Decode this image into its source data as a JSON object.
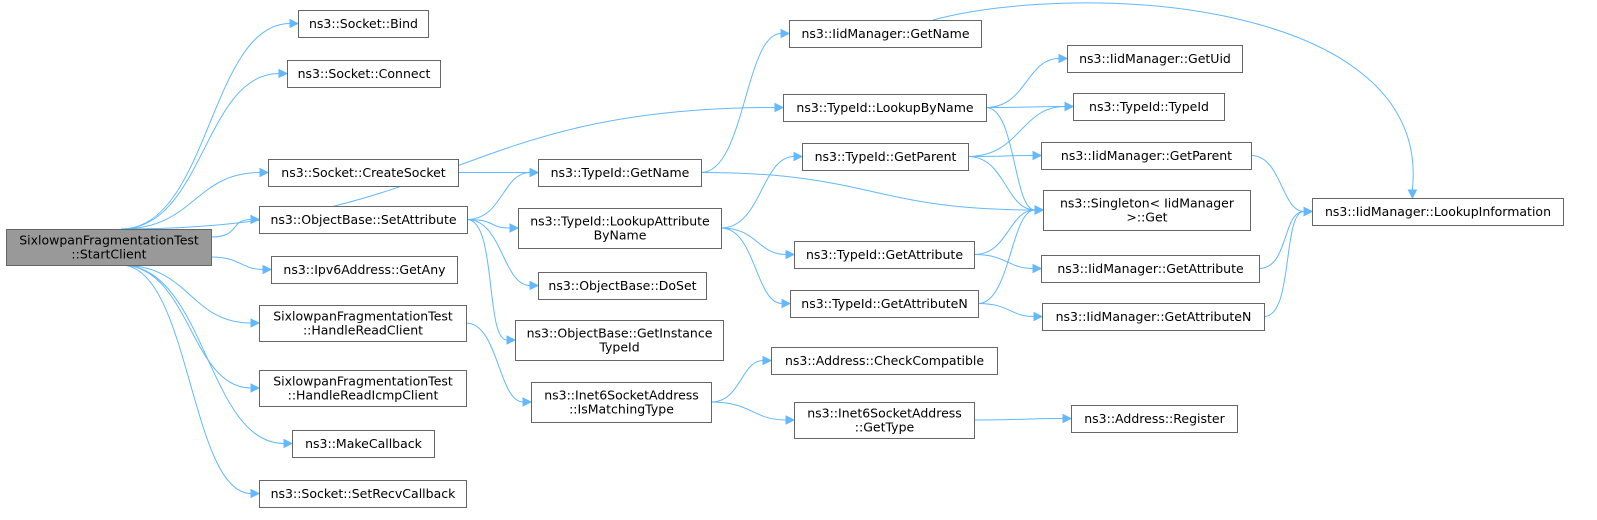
{
  "diagram": {
    "type": "call-graph",
    "colors": {
      "edge": "#63b8ff",
      "node_border": "#666666",
      "root_fill": "#999999",
      "node_fill": "#ffffff"
    },
    "nodes": [
      {
        "id": "root",
        "lines": [
          "SixlowpanFragmentationTest",
          "::StartClient"
        ],
        "root": true
      },
      {
        "id": "sockBind",
        "lines": [
          "ns3::Socket::Bind"
        ]
      },
      {
        "id": "sockConnect",
        "lines": [
          "ns3::Socket::Connect"
        ]
      },
      {
        "id": "sockCreate",
        "lines": [
          "ns3::Socket::CreateSocket"
        ]
      },
      {
        "id": "objSetAttr",
        "lines": [
          "ns3::ObjectBase::SetAttribute"
        ]
      },
      {
        "id": "ipv6Any",
        "lines": [
          "ns3::Ipv6Address::GetAny"
        ]
      },
      {
        "id": "handleRead",
        "lines": [
          "SixlowpanFragmentationTest",
          "::HandleReadClient"
        ]
      },
      {
        "id": "handleIcmp",
        "lines": [
          "SixlowpanFragmentationTest",
          "::HandleReadIcmpClient"
        ]
      },
      {
        "id": "makeCb",
        "lines": [
          "ns3::MakeCallback"
        ]
      },
      {
        "id": "setRecv",
        "lines": [
          "ns3::Socket::SetRecvCallback"
        ]
      },
      {
        "id": "tidGetName",
        "lines": [
          "ns3::TypeId::GetName"
        ]
      },
      {
        "id": "tidLookupAttr",
        "lines": [
          "ns3::TypeId::LookupAttribute",
          "ByName"
        ]
      },
      {
        "id": "objDoSet",
        "lines": [
          "ns3::ObjectBase::DoSet"
        ]
      },
      {
        "id": "objInstTid",
        "lines": [
          "ns3::ObjectBase::GetInstance",
          "TypeId"
        ]
      },
      {
        "id": "inetMatch",
        "lines": [
          "ns3::Inet6SocketAddress",
          "::IsMatchingType"
        ]
      },
      {
        "id": "iidGetName",
        "lines": [
          "ns3::IidManager::GetName"
        ]
      },
      {
        "id": "tidLookupName",
        "lines": [
          "ns3::TypeId::LookupByName"
        ]
      },
      {
        "id": "tidGetParent",
        "lines": [
          "ns3::TypeId::GetParent"
        ]
      },
      {
        "id": "tidGetAttr",
        "lines": [
          "ns3::TypeId::GetAttribute"
        ]
      },
      {
        "id": "tidGetAttrN",
        "lines": [
          "ns3::TypeId::GetAttributeN"
        ]
      },
      {
        "id": "addrCheck",
        "lines": [
          "ns3::Address::CheckCompatible"
        ]
      },
      {
        "id": "inetGetType",
        "lines": [
          "ns3::Inet6SocketAddress",
          "::GetType"
        ]
      },
      {
        "id": "iidGetUid",
        "lines": [
          "ns3::IidManager::GetUid"
        ]
      },
      {
        "id": "tidTypeId",
        "lines": [
          "ns3::TypeId::TypeId"
        ]
      },
      {
        "id": "iidGetParent",
        "lines": [
          "ns3::IidManager::GetParent"
        ]
      },
      {
        "id": "singletonGet",
        "lines": [
          "ns3::Singleton< IidManager",
          " >::Get"
        ]
      },
      {
        "id": "iidGetAttr",
        "lines": [
          "ns3::IidManager::GetAttribute"
        ]
      },
      {
        "id": "iidGetAttrN",
        "lines": [
          "ns3::IidManager::GetAttributeN"
        ]
      },
      {
        "id": "addrRegister",
        "lines": [
          "ns3::Address::Register"
        ]
      },
      {
        "id": "iidLookupInfo",
        "lines": [
          "ns3::IidManager::LookupInformation"
        ]
      }
    ],
    "edges": [
      [
        "root",
        "sockBind"
      ],
      [
        "root",
        "sockConnect"
      ],
      [
        "root",
        "tidLookupName"
      ],
      [
        "root",
        "sockCreate"
      ],
      [
        "root",
        "objSetAttr"
      ],
      [
        "root",
        "ipv6Any"
      ],
      [
        "root",
        "handleRead"
      ],
      [
        "root",
        "handleIcmp"
      ],
      [
        "root",
        "makeCb"
      ],
      [
        "root",
        "setRecv"
      ],
      [
        "sockCreate",
        "tidGetName"
      ],
      [
        "objSetAttr",
        "tidGetName"
      ],
      [
        "objSetAttr",
        "tidLookupAttr"
      ],
      [
        "objSetAttr",
        "objDoSet"
      ],
      [
        "objSetAttr",
        "objInstTid"
      ],
      [
        "handleRead",
        "inetMatch"
      ],
      [
        "tidGetName",
        "iidGetName"
      ],
      [
        "tidGetName",
        "singletonGet"
      ],
      [
        "tidLookupAttr",
        "tidGetParent"
      ],
      [
        "tidLookupAttr",
        "tidGetAttr"
      ],
      [
        "tidLookupAttr",
        "tidGetAttrN"
      ],
      [
        "inetMatch",
        "addrCheck"
      ],
      [
        "inetMatch",
        "inetGetType"
      ],
      [
        "iidGetName",
        "iidLookupInfo"
      ],
      [
        "tidLookupName",
        "iidGetUid"
      ],
      [
        "tidLookupName",
        "tidTypeId"
      ],
      [
        "tidLookupName",
        "singletonGet"
      ],
      [
        "tidGetParent",
        "tidTypeId"
      ],
      [
        "tidGetParent",
        "iidGetParent"
      ],
      [
        "tidGetParent",
        "singletonGet"
      ],
      [
        "tidGetAttr",
        "singletonGet"
      ],
      [
        "tidGetAttr",
        "iidGetAttr"
      ],
      [
        "tidGetAttrN",
        "singletonGet"
      ],
      [
        "tidGetAttrN",
        "iidGetAttrN"
      ],
      [
        "inetGetType",
        "addrRegister"
      ],
      [
        "iidGetParent",
        "iidLookupInfo"
      ],
      [
        "iidGetAttr",
        "iidLookupInfo"
      ],
      [
        "iidGetAttrN",
        "iidLookupInfo"
      ]
    ]
  }
}
